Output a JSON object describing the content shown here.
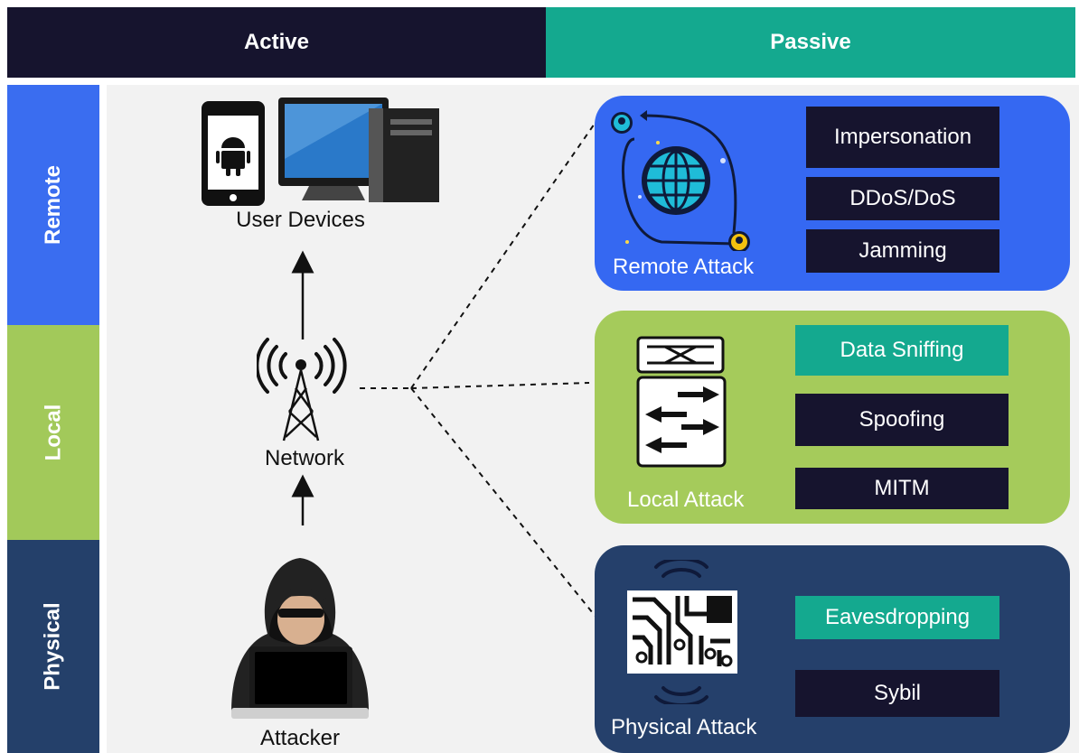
{
  "header": {
    "active": "Active",
    "passive": "Passive"
  },
  "categories": {
    "remote": "Remote",
    "local": "Local",
    "physical": "Physical"
  },
  "nodes": {
    "user_devices": "User Devices",
    "network": "Network",
    "attacker": "Attacker"
  },
  "panels": {
    "remote": {
      "title": "Remote Attack",
      "attacks": [
        "Impersonation",
        "DDoS/DoS",
        "Jamming"
      ]
    },
    "local": {
      "title": "Local Attack",
      "attacks": [
        "Data Sniffing",
        "Spoofing",
        "MITM"
      ]
    },
    "physical": {
      "title": "Physical Attack",
      "attacks": [
        "Eavesdropping",
        "Sybil"
      ]
    }
  },
  "colors": {
    "dark_navy": "#16142e",
    "teal": "#14a98f",
    "remote_blue": "#3568f2",
    "local_green": "#a5cb5b",
    "physical_navy": "#25406b"
  }
}
